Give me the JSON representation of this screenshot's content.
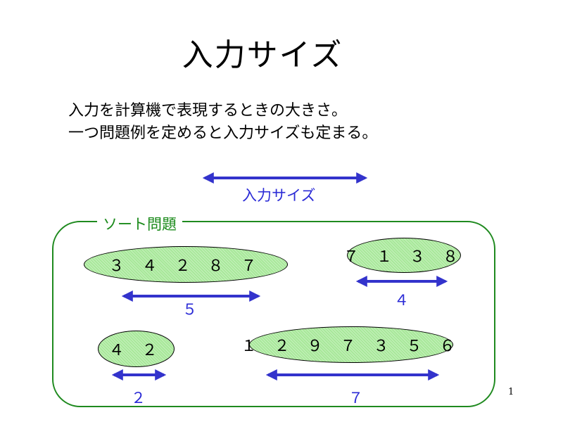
{
  "slide": {
    "title": "入力サイズ",
    "description": [
      "入力を計算機で表現するときの大きさ。",
      "一つ問題例を定めると入力サイズも定まる。"
    ],
    "size_arrow_label": "入力サイズ",
    "group_label": "ソート問題",
    "instances": [
      {
        "values": "３ ４ ２ ８ ７",
        "size": "５"
      },
      {
        "values": "７ １ ３ ８",
        "size": "４"
      },
      {
        "values": "４ ２",
        "size": "２"
      },
      {
        "values": "１ ２ ９ ７ ３ ５ ６",
        "size": "７"
      }
    ],
    "page_number": "1"
  },
  "colors": {
    "arrow": "#3333cc",
    "ellipse_fill": "#a8e89a",
    "group_border": "#1f8a1f",
    "group_label": "#1a8a1a",
    "size_label": "#2b2bd6"
  }
}
